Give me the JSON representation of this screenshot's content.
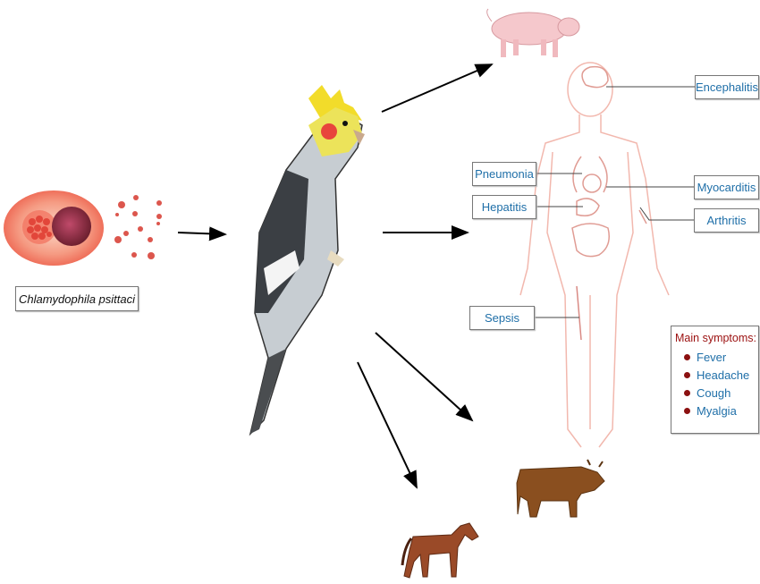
{
  "organism": {
    "label": "Chlamydophila psittaci"
  },
  "diseases": {
    "encephalitis": "Encephalitis",
    "pneumonia": "Pneumonia",
    "hepatitis": "Hepatitis",
    "myocarditis": "Myocarditis",
    "arthritis": "Arthritis",
    "sepsis": "Sepsis"
  },
  "symptoms": {
    "title": "Main symptoms:",
    "items": [
      "Fever",
      "Headache",
      "Cough",
      "Myalgia"
    ]
  },
  "colors": {
    "label_text": "#1f6fa8",
    "symptom_title": "#9b1010",
    "body_outline": "#f2b8ae"
  }
}
